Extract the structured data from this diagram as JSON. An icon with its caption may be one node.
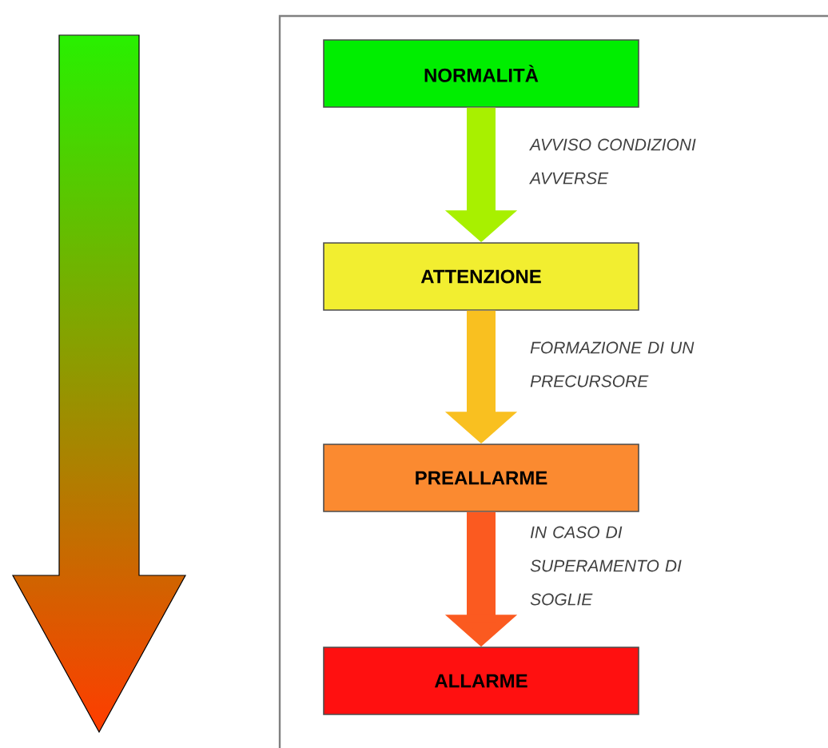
{
  "diagram": {
    "nodes": [
      {
        "text": [
          "NORMALITÀ"
        ]
      },
      {
        "text": [
          "ATTENZIONE"
        ]
      },
      {
        "text": [
          "PREALLARME"
        ]
      },
      {
        "text": [
          "ALLARME"
        ]
      }
    ],
    "edges": [
      {
        "from": 0,
        "to": 1,
        "arrow": "to",
        "label": "AVVISO CONDIZIONI AVVERSE",
        "color": "#a8f000"
      },
      {
        "from": 1,
        "to": 2,
        "arrow": "to",
        "label": "FORMAZIONE DI UN PRECURSORE",
        "color": "#f9c020"
      },
      {
        "from": 2,
        "to": 3,
        "arrow": "to",
        "label": "IN CASO DI SUPERAMENTO DI SOGLIE",
        "color": "#fb5a20"
      }
    ]
  }
}
